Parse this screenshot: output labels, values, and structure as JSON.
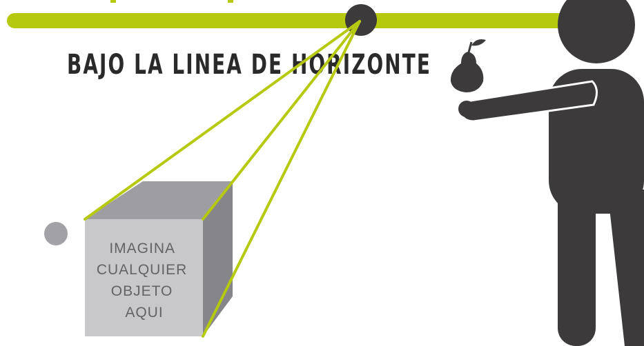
{
  "title": "BAJO LA LINEA DE HORIZONTE",
  "box_label": [
    "IMAGINA",
    "CUALQUIER",
    "OBJETO",
    "AQUI"
  ],
  "colors": {
    "horizon": "#b5c90f",
    "figure": "#3c3a3b",
    "box_front": "#c8c8ca",
    "box_top": "#9e9ea2",
    "box_side": "#85858a",
    "box_text": "#636366",
    "point": "#a2a2a6"
  },
  "icons": {
    "vanishing_point": "dark-circle",
    "person": "person-silhouette-icon",
    "fruit": "pear-icon"
  }
}
